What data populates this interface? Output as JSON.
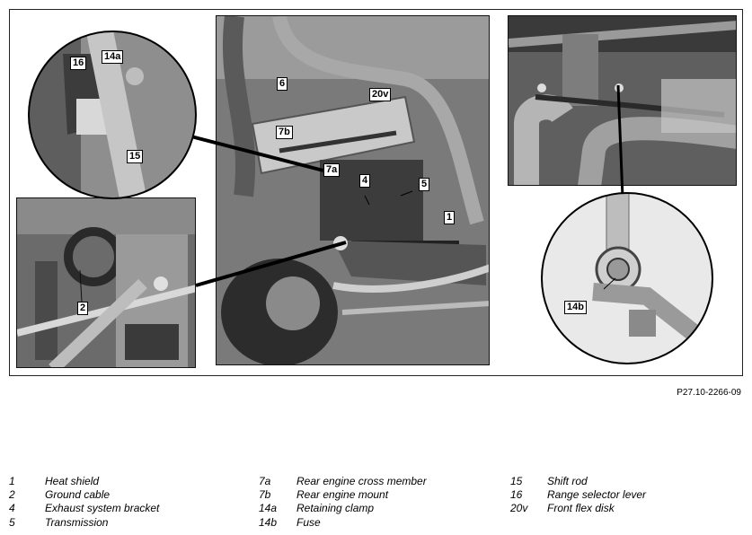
{
  "figure_ref": "P27.10-2266-09",
  "callouts": {
    "c1": "1",
    "c2": "2",
    "c4": "4",
    "c5": "5",
    "c6": "6",
    "c7a": "7a",
    "c7b": "7b",
    "c14a": "14a",
    "c14b": "14b",
    "c15": "15",
    "c16": "16",
    "c20v": "20v"
  },
  "legend": [
    {
      "num": "1",
      "text": "Heat shield"
    },
    {
      "num": "2",
      "text": "Ground cable"
    },
    {
      "num": "4",
      "text": "Exhaust system bracket"
    },
    {
      "num": "5",
      "text": "Transmission"
    },
    {
      "num": "7a",
      "text": "Rear engine cross member"
    },
    {
      "num": "7b",
      "text": "Rear engine mount"
    },
    {
      "num": "14a",
      "text": "Retaining clamp"
    },
    {
      "num": "14b",
      "text": "Fuse"
    },
    {
      "num": "15",
      "text": "Shift rod"
    },
    {
      "num": "16",
      "text": "Range selector lever"
    },
    {
      "num": "20v",
      "text": "Front flex disk"
    }
  ]
}
